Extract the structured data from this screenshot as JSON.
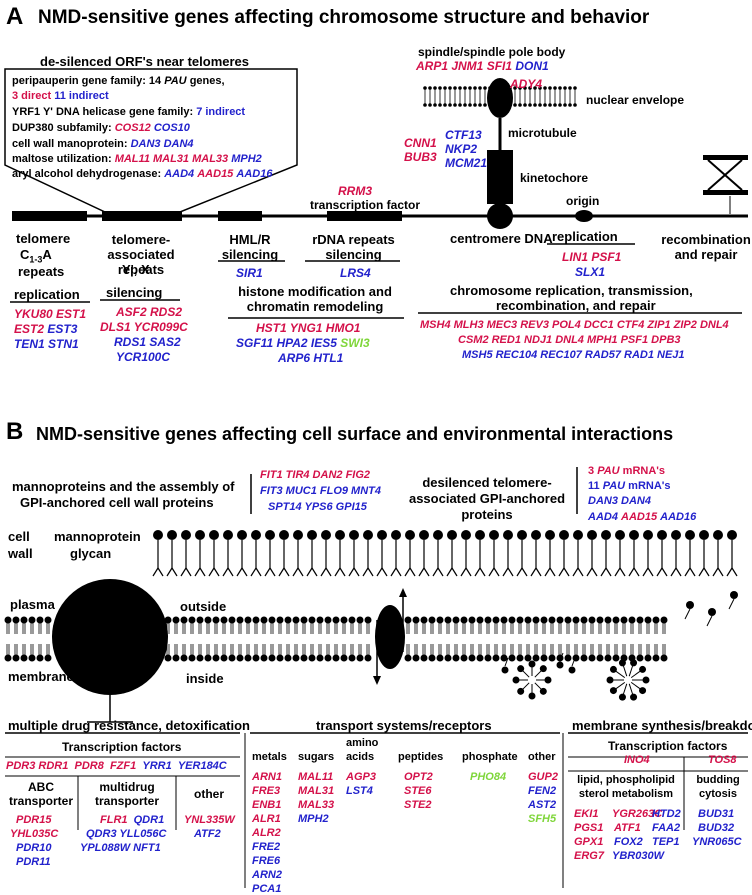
{
  "panelA": {
    "letter": "A",
    "title": "NMD-sensitive genes affecting chromosome structure and behavior",
    "desilenced_title": "de-silenced ORF's near telomeres",
    "box": {
      "l1a": "peripauperin gene family: 14 ",
      "l1b": "PAU",
      "l1c": " genes,",
      "l2a": "3 direct",
      "l2b": "11 indirect",
      "l3a": "YRF1 Y' DNA helicase gene family: ",
      "l3b": "7 indirect",
      "l4a": "DUP380 subfamily: ",
      "l4b": "COS12",
      "l4c": "COS10",
      "l5a": "cell wall manoprotein: ",
      "l5b": "DAN3",
      "l5c": "DAN4",
      "l6a": "maltose utilization: ",
      "l6b": "MAL11 MAL31 MAL33",
      "l6c": "MPH2",
      "l7a": "aryl alcohol dehydrogenase: ",
      "l7b": "AAD4",
      "l7c": "AAD15",
      "l7d": "AAD16"
    },
    "spindle_title": "spindle/spindle pole body",
    "spindle_genes_red": "ARP1 JNM1 SFI1",
    "spindle_genes_blue": "DON1",
    "ady4": "ADY4",
    "nuclear_envelope": "nuclear envelope",
    "microtubule": "microtubule",
    "kinetochore": "kinetochore",
    "kin_red": "CNN1 BUB3",
    "kin_blue": "CTF13 NKP2 MCM21",
    "rrm3": "RRM3",
    "transcription_factor": "transcription factor",
    "origin": "origin",
    "telomere": "telomere",
    "telomere_c": "C",
    "telomere_sub": "1-3",
    "telomere_a": "A",
    "telomere_repeats": "repeats",
    "tel_assoc": "telomere-associated repeats",
    "tel_assoc_y": "Y', X",
    "hml": "HML/R silencing",
    "rdna": "rDNA repeats silencing",
    "centromere": "centromere DNA",
    "replication": "replication",
    "recomb": "recombination and repair",
    "rep_red1": "YKU80 EST1",
    "rep_red2": "EST2",
    "rep_blue2": "EST3",
    "rep_blue3": "TEN1 STN1",
    "silencing": "silencing",
    "sil_red1": "ASF2 RDS2",
    "sil_red2": "DLS1 YCR099C",
    "sil_blue3": "RDS1 SAS2",
    "sil_blue4": "YCR100C",
    "sir1": "SIR1",
    "lrs4": "LRS4",
    "histone_title": "histone modification and chromatin remodeling",
    "hist_red1": "HST1 YNG1 HMO1",
    "hist_blue2": "SGF11 HPA2 IES5",
    "hist_green2": "SWI3",
    "hist_blue3": "ARP6 HTL1",
    "ori_red": "LIN1 PSF1",
    "ori_blue": "SLX1",
    "chrom_title1": "chromosome replication, transmission,",
    "chrom_title2": "recombination, and repair",
    "chrom_red1": "MSH4 MLH3 MEC3 REV3 POL4 DCC1 CTF4 ZIP1 ZIP2 DNL4",
    "chrom_red2": "CSM2 RED1 NDJ1 DNL4 MPH1 PSF1 DPB3",
    "chrom_blue3": "MSH5 REC104 REC107 RAD57 RAD1 NEJ1"
  },
  "panelB": {
    "letter": "B",
    "title": "NMD-sensitive genes affecting cell surface and environmental interactions",
    "manno_title1": "mannoproteins and the assembly of",
    "manno_title2": "GPI-anchored cell wall proteins",
    "manno_red1": "FIT1 TIR4 DAN2 FIG2",
    "manno_blue2": "FIT3 MUC1 FLO9 MNT4",
    "manno_blue3": "SPT14 YPS6 GPI15",
    "desil_title1": "desilenced telomere-",
    "desil_title2": "associated GPI-anchored",
    "desil_title3": "proteins",
    "pau_red_a": "3 ",
    "pau_red_b": "PAU",
    "pau_red_c": " mRNA's",
    "pau_blue_a": "11 ",
    "pau_blue_b": "PAU",
    "pau_blue_c": " mRNA's",
    "dan": "DAN3 DAN4",
    "aad_blue1": "AAD4",
    "aad_red": "AAD15",
    "aad_blue2": "AAD16",
    "cell": "cell",
    "wall": "wall",
    "mannoprotein": "mannoprotein",
    "glycan": "glycan",
    "plasma": "plasma",
    "membrane": "membrane",
    "outside": "outside",
    "inside": "inside",
    "mdr_title": "multiple drug resistance, detoxification",
    "tf_title": "Transcription factors",
    "tf_red": "PDR3 RDR1",
    "tf_red2": "PDR8",
    "tf_red3": "FZF1",
    "tf_blue": "YRR1",
    "tf_blue2": "YER184C",
    "abc1": "ABC",
    "abc2": "transporter",
    "multi1": "multidrug",
    "multi2": "transporter",
    "other": "other",
    "abc_red1": "PDR15",
    "abc_red2": "YHL035C",
    "abc_blue3": "PDR10",
    "abc_blue4": "PDR11",
    "multi_red1": "FLR1",
    "multi_blue1": "QDR1",
    "multi_blue2": "QDR3 YLL056C",
    "multi_blue3": "YPL088W NFT1",
    "oth_red": "YNL335W",
    "oth_blue": "ATF2",
    "transport_title": "transport systems/receptors",
    "metals": "metals",
    "sugars": "sugars",
    "amino": "amino",
    "acids": "acids",
    "peptides": "peptides",
    "phosphate": "phosphate",
    "other2": "other",
    "metals_red": [
      "ARN1",
      "FRE3",
      "ENB1",
      "ALR1",
      "ALR2"
    ],
    "metals_blue": [
      "FRE2",
      "FRE6",
      "ARN2",
      "PCA1"
    ],
    "sugars_red": [
      "MAL11",
      "MAL31",
      "MAL33"
    ],
    "sugars_blue": [
      "MPH2"
    ],
    "aa_red": [
      "AGP3"
    ],
    "aa_blue": [
      "LST4"
    ],
    "pep_red": [
      "OPT2",
      "STE6",
      "STE2"
    ],
    "phos_green": [
      "PHO84"
    ],
    "oth2_red": [
      "GUP2"
    ],
    "oth2_blue": [
      "FEN2",
      "AST2"
    ],
    "oth2_green": [
      "SFH5"
    ],
    "memb_title": "membrane synthesis/breakdown",
    "ino4": "INO4",
    "tos8": "TOS8",
    "lipid1": "lipid, phospholipid",
    "lipid2": "sterol metabolism",
    "bud1": "budding",
    "bud2": "cytosis",
    "lip_red1": "EKI1",
    "lip_red1b": "YGR263C",
    "lip_blue1": "HTD2",
    "lip_red2": "PGS1",
    "lip_red2b": "ATF1",
    "lip_blue2": "FAA2",
    "lip_red3": "GPX1",
    "lip_blue3": "FOX2",
    "lip_blue3b": "TEP1",
    "lip_red4": "ERG7",
    "lip_blue4": "YBR030W",
    "bud_blue": [
      "BUD31",
      "BUD32",
      "YNR065C"
    ]
  }
}
